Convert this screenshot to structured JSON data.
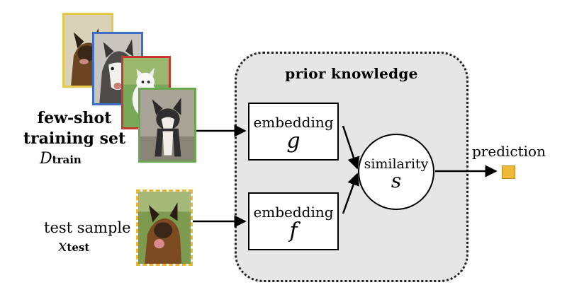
{
  "prior": {
    "title": "prior knowledge"
  },
  "training": {
    "label_line1": "few-shot",
    "label_line2": "training set",
    "symbol": "D",
    "symbol_sub": "train"
  },
  "test": {
    "label": "test sample",
    "symbol": "x",
    "symbol_sub": "test"
  },
  "embedding_g": {
    "label": "embedding",
    "symbol": "g"
  },
  "embedding_f": {
    "label": "embedding",
    "symbol": "f"
  },
  "similarity": {
    "label": "similarity",
    "symbol": "s"
  },
  "prediction": {
    "label": "prediction"
  },
  "colors": {
    "photo1_border": "#e8c84a",
    "photo2_border": "#3d6fc4",
    "photo3_border": "#c43a32",
    "photo4_border": "#6aa84f",
    "test_border": "#e8b63a",
    "prediction_square": "#f0b93a",
    "prior_fill": "#e6e6e6"
  }
}
